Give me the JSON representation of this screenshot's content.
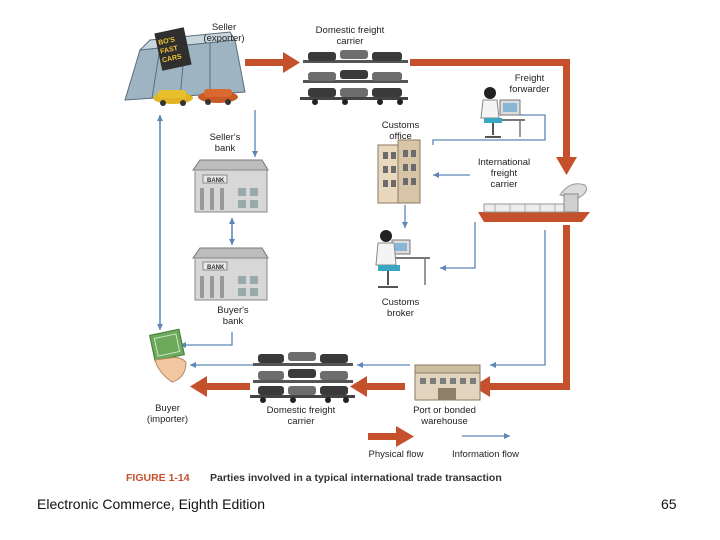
{
  "diagram": {
    "labels": {
      "seller": [
        "Seller",
        "(exporter)"
      ],
      "domestic_carrier_top": [
        "Domestic freight",
        "carrier"
      ],
      "freight_forwarder": [
        "Freight",
        "forwarder"
      ],
      "sellers_bank": [
        "Seller's",
        "bank"
      ],
      "customs_office": [
        "Customs",
        "office"
      ],
      "intl_carrier": [
        "International",
        "freight",
        "carrier"
      ],
      "buyers_bank": [
        "Buyer's",
        "bank"
      ],
      "customs_broker": [
        "Customs",
        "broker"
      ],
      "buyer": [
        "Buyer",
        "(importer)"
      ],
      "domestic_carrier_bottom": [
        "Domestic freight",
        "carrier"
      ],
      "port_warehouse": [
        "Port or bonded",
        "warehouse"
      ]
    },
    "sign_text": [
      "BO'S",
      "FAST",
      "CARS"
    ],
    "bank_sign": "BANK",
    "legend": {
      "physical_flow": "Physical flow",
      "information_flow": "Information flow"
    },
    "caption": {
      "number": "FIGURE 1-14",
      "text": "Parties involved in a typical international trade transaction"
    },
    "colors": {
      "physical_flow": "#c4512b",
      "information_flow": "#5b86b8"
    }
  },
  "footer": {
    "book_title": "Electronic Commerce, Eighth Edition",
    "page_number": "65"
  }
}
